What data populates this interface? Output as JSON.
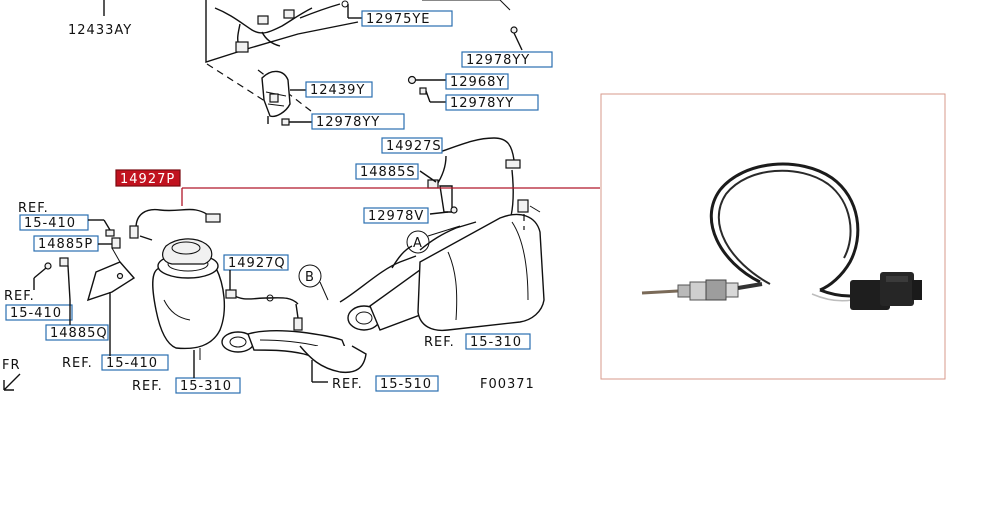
{
  "diagram": {
    "part_numbers": {
      "top_left": "12433AY",
      "harness_clip": "12975YE",
      "bolt_upper": "12978YY",
      "nut": "12968Y",
      "bolt_mid": "12978YY",
      "bracket": "12439Y",
      "bolt_lower": "12978YY",
      "sensor_upper": "14927S",
      "clip_upper": "14885S",
      "bolt_sensor": "12978V",
      "sensor_highlight": "14927P",
      "clip_left": "14885P",
      "clip_lower": "14885Q",
      "sensor_mid": "14927Q"
    },
    "refs": {
      "ref_label": "REF.",
      "ref_410_top": "15-410",
      "ref_410_mid": "15-410",
      "ref_410_bottom": "15-410",
      "ref_310_catalyst": "15-310",
      "ref_310_muffler": "15-310",
      "ref_510": "15-510"
    },
    "markers": {
      "a": "A",
      "b": "B"
    },
    "fr_label": "FR",
    "figure_code": "F00371",
    "colors": {
      "highlight": "#c1121f",
      "label_border": "#2a6fb0",
      "leader": "#b1172a"
    }
  }
}
